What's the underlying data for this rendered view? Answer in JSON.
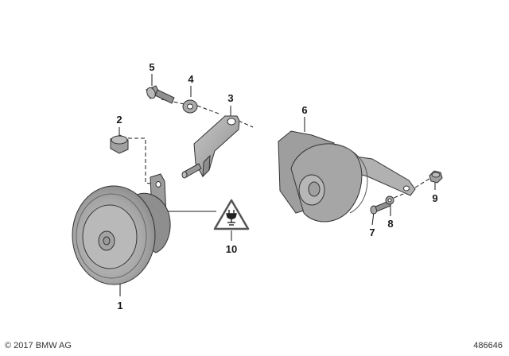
{
  "callouts": {
    "p1": "1",
    "p2": "2",
    "p3": "3",
    "p4": "4",
    "p5": "5",
    "p6": "6",
    "p7": "7",
    "p8": "8",
    "p9": "9",
    "p10": "10"
  },
  "footer": {
    "copyright": "© 2017 BMW AG",
    "diagram_number": "486646"
  },
  "colors": {
    "part_fill": "#a9a9a9",
    "part_light": "#c4c4c4",
    "part_dark": "#7c7c7c",
    "outline": "#333333",
    "leader": "#1a1a1a"
  }
}
